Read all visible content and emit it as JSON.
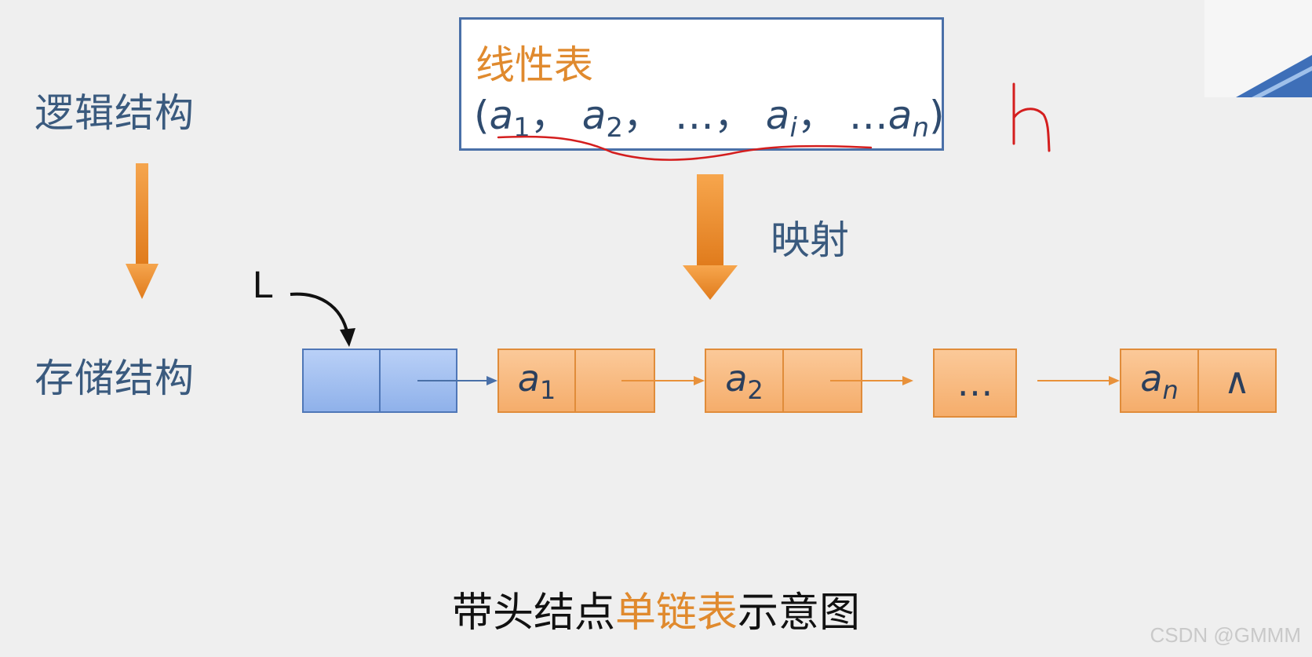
{
  "labels": {
    "logical_structure": "逻辑结构",
    "storage_structure": "存储结构",
    "mapping": "映射",
    "head_pointer": "L"
  },
  "linear_list": {
    "title": "线性表",
    "open": "(",
    "elem_base": "a",
    "sub1": "1",
    "sep": "，",
    "sub2": "2",
    "ellipsis": "…，",
    "sub_i": "i",
    "sep_i": "，",
    "ellipsis2": "…",
    "sub_n": "n",
    "close": ")"
  },
  "nodes": {
    "a1_base": "a",
    "a1_sub": "1",
    "a2_base": "a",
    "a2_sub": "2",
    "middle": "…",
    "an_base": "a",
    "an_sub": "n",
    "null_symbol": "∧"
  },
  "caption": {
    "part1": "带头结点",
    "highlight": "单链表",
    "part2": "示意图"
  },
  "watermark": "CSDN @GMMM",
  "colors": {
    "orange": "#e08a2e",
    "blue_border": "#4a70a8",
    "text_blue": "#3a5a7e",
    "annotation_red": "#d41e1e"
  }
}
